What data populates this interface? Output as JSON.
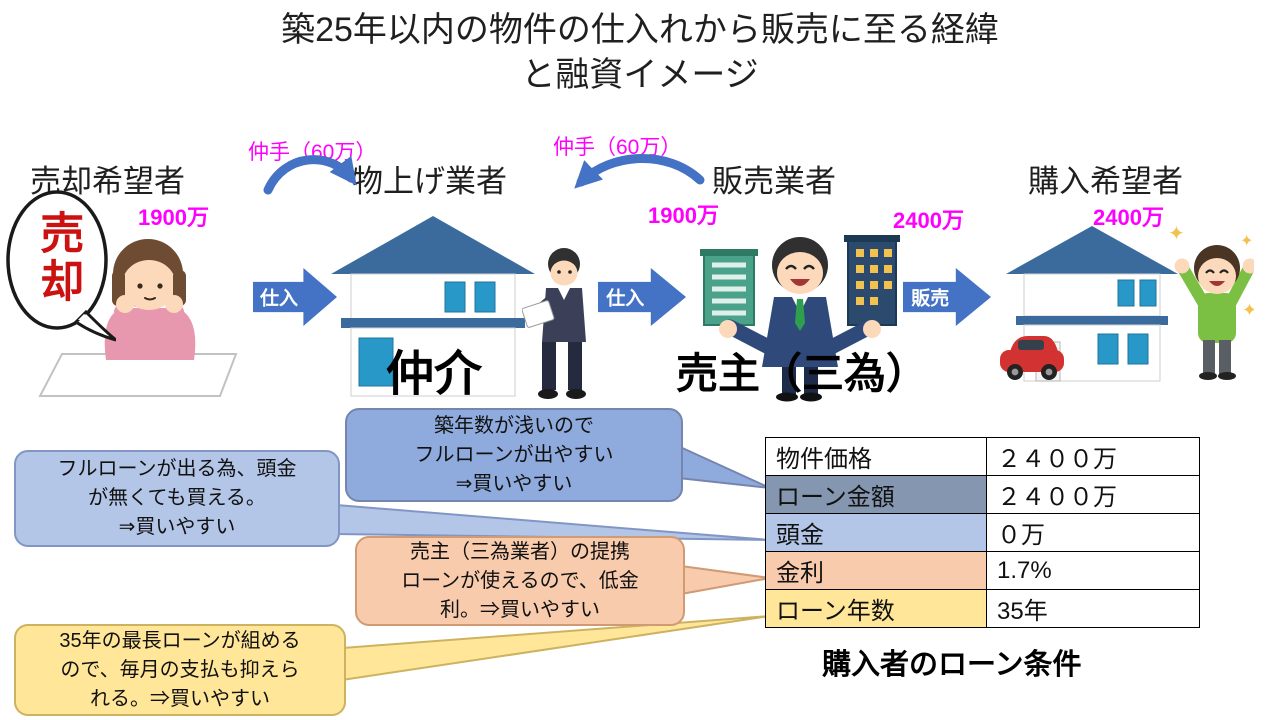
{
  "colors": {
    "magenta": "#ff00ff",
    "arrow_blue": "#4472c4",
    "bubble_red": "#cc1111"
  },
  "title": {
    "line1": "築25年以内の物件の仕入れから販売に至る経緯",
    "line2": "と融資イメージ"
  },
  "flow": {
    "roles": [
      {
        "label": "売却希望者",
        "price": "1900万"
      },
      {
        "label": "物上げ業者",
        "price": "1900万"
      },
      {
        "label": "販売業者",
        "price": "2400万"
      },
      {
        "label": "購入希望者",
        "price": "2400万"
      }
    ],
    "fee1": "仲手（60万）",
    "fee2": "仲手（60万）",
    "arrow1": "仕入",
    "arrow2": "仕入",
    "arrow3": "販売",
    "speech_bubble": "売却",
    "caption_broker": "仲介",
    "caption_seller": "売主（三為）"
  },
  "callouts": [
    {
      "text": "築年数が浅いので\nフルローンが出やすい\n⇒買いやすい",
      "fill": "#8faadc",
      "border": "#7585ad"
    },
    {
      "text": "フルローンが出る為、頭金\nが無くても買える。\n⇒買いやすい",
      "fill": "#b4c6e7",
      "border": "#8196c4"
    },
    {
      "text": "売主（三為業者）の提携\nローンが使えるので、低金\n利。⇒買いやすい",
      "fill": "#f8cbad",
      "border": "#cf9a74"
    },
    {
      "text": "35年の最長ローンが組める\nので、毎月の支払も抑えら\nれる。⇒買いやすい",
      "fill": "#ffe699",
      "border": "#cdb25f"
    }
  ],
  "table": {
    "rows": [
      {
        "label": "物件価格",
        "value": "２４００万",
        "label_bg": "#ffffff"
      },
      {
        "label": "ローン金額",
        "value": "２４００万",
        "label_bg": "#8496b0"
      },
      {
        "label": "頭金",
        "value": "０万",
        "label_bg": "#b4c6e7"
      },
      {
        "label": "金利",
        "value": "1.7%",
        "label_bg": "#f8cbad"
      },
      {
        "label": "ローン年数",
        "value": "35年",
        "label_bg": "#ffe699"
      }
    ],
    "caption": "購入者のローン条件"
  },
  "icons": {
    "sparkle": "✦"
  }
}
